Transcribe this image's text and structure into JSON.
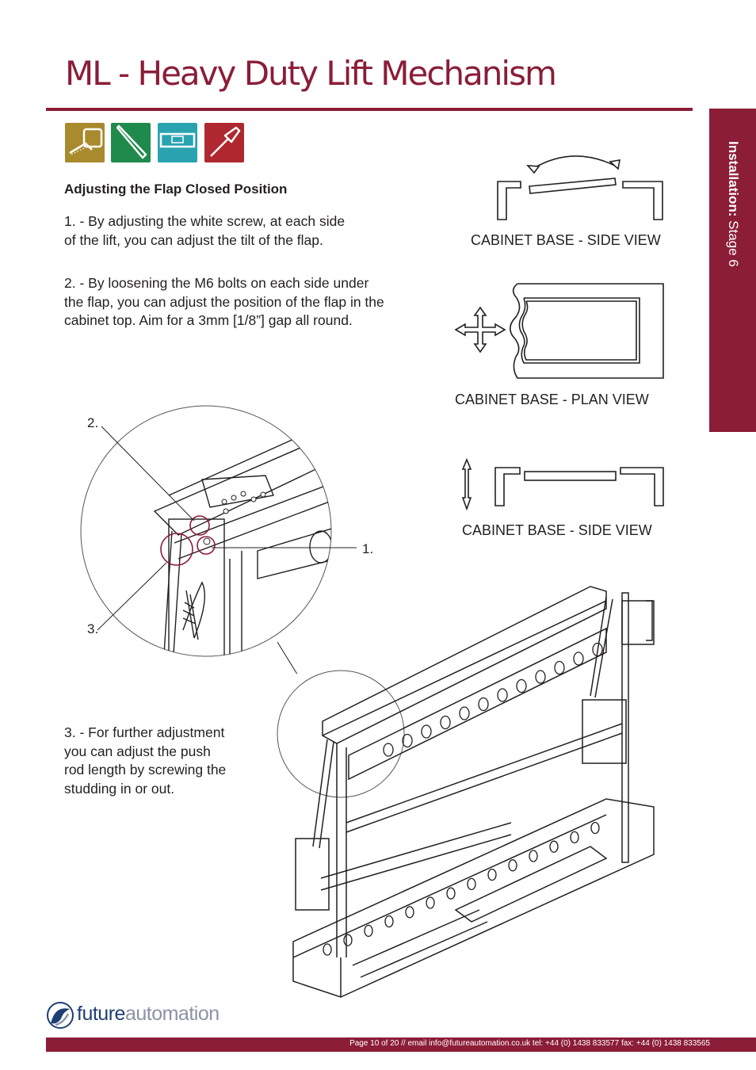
{
  "title": "ML - Heavy Duty Lift Mechanism",
  "side_tab": {
    "label_bold": "Installation:",
    "label_rest": " Stage  6"
  },
  "tool_icons": [
    {
      "icon": "tape-measure-icon",
      "color": "#a98a2c"
    },
    {
      "icon": "allen-key-icon",
      "color": "#1f8a4c"
    },
    {
      "icon": "spirit-level-icon",
      "color": "#2aa3b0"
    },
    {
      "icon": "screwdriver-icon",
      "color": "#b0282f"
    }
  ],
  "section_heading": "Adjusting the Flap Closed Position",
  "step1": [
    "1. - By adjusting the white screw, at each side",
    "of the lift, you can adjust the tilt of the flap."
  ],
  "step2": [
    "2. - By loosening the M6 bolts on each side under",
    "the flap, you can adjust the position of the flap in the",
    "cabinet top. Aim for a 3mm [1/8”] gap all round."
  ],
  "step3": [
    "3. - For further adjustment",
    "you can adjust the push",
    "rod length by screwing the",
    "studding in or out."
  ],
  "figures": {
    "side_view_1": "CABINET BASE - SIDE VIEW",
    "plan_view": "CABINET BASE - PLAN VIEW",
    "side_view_2": "CABINET BASE - SIDE VIEW"
  },
  "callouts": {
    "c1": "1.",
    "c2": "2.",
    "c3": "3."
  },
  "logo": {
    "part1": "future",
    "part2": "automation"
  },
  "footer": "Page 10 of 20 // email info@futureautomation.co.uk  tel: +44 (0) 1438 833577  fax: +44 (0) 1438 833565",
  "colors": {
    "brand": "#8b1d37"
  }
}
